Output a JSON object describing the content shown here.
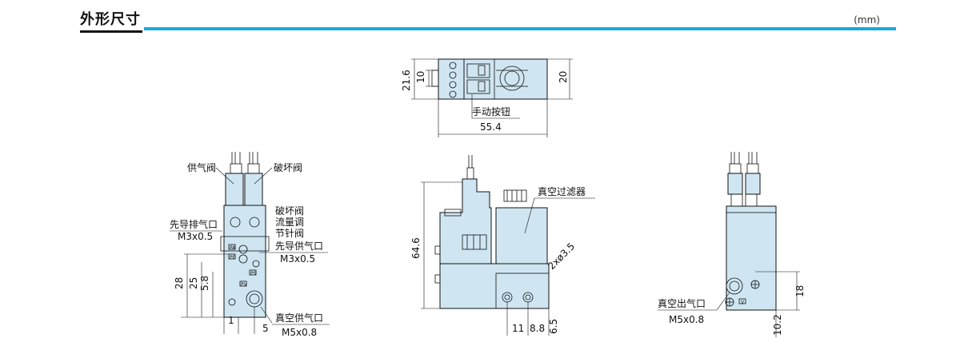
{
  "header": {
    "title": "外形尺寸",
    "unit": "(mm)"
  },
  "top_view": {
    "dims": {
      "height": "21.6",
      "inner": "10",
      "right": "20",
      "width": "55.4"
    },
    "label_manual_button": "手动按钮"
  },
  "left_view": {
    "label_supply_valve": "供气阀",
    "label_break_valve": "破坏阀",
    "label_break_flow": "破坏阀\n流量调\n节针阀",
    "label_break_flow_lines": [
      "破坏阀",
      "流量调",
      "节针阀"
    ],
    "label_pilot_exhaust": "先导排气口",
    "pilot_exhaust_thread": "M3x0.5",
    "label_pilot_supply": "先导供气口",
    "pilot_supply_thread": "M3x0.5",
    "label_vacuum_supply": "真空供气口",
    "vacuum_supply_thread": "M5x0.8",
    "dims": {
      "d28": "28",
      "d25": "25",
      "d58": "5.8",
      "d1": "1",
      "d5": "5"
    },
    "ports": {
      "pa": "PA",
      "pe": "PE",
      "ps": "PS",
      "pv": "PV"
    }
  },
  "center_view": {
    "label_vacuum_filter": "真空过滤器",
    "dims": {
      "height": "64.6",
      "holes": "2xø3.5",
      "d11": "11",
      "d88": "8.8",
      "d65": "6.5"
    }
  },
  "right_view": {
    "label_vacuum_outlet": "真空出气口",
    "vacuum_outlet_thread": "M5x0.8",
    "port_v": "V",
    "dims": {
      "d18": "18",
      "d102": "10.2"
    }
  }
}
